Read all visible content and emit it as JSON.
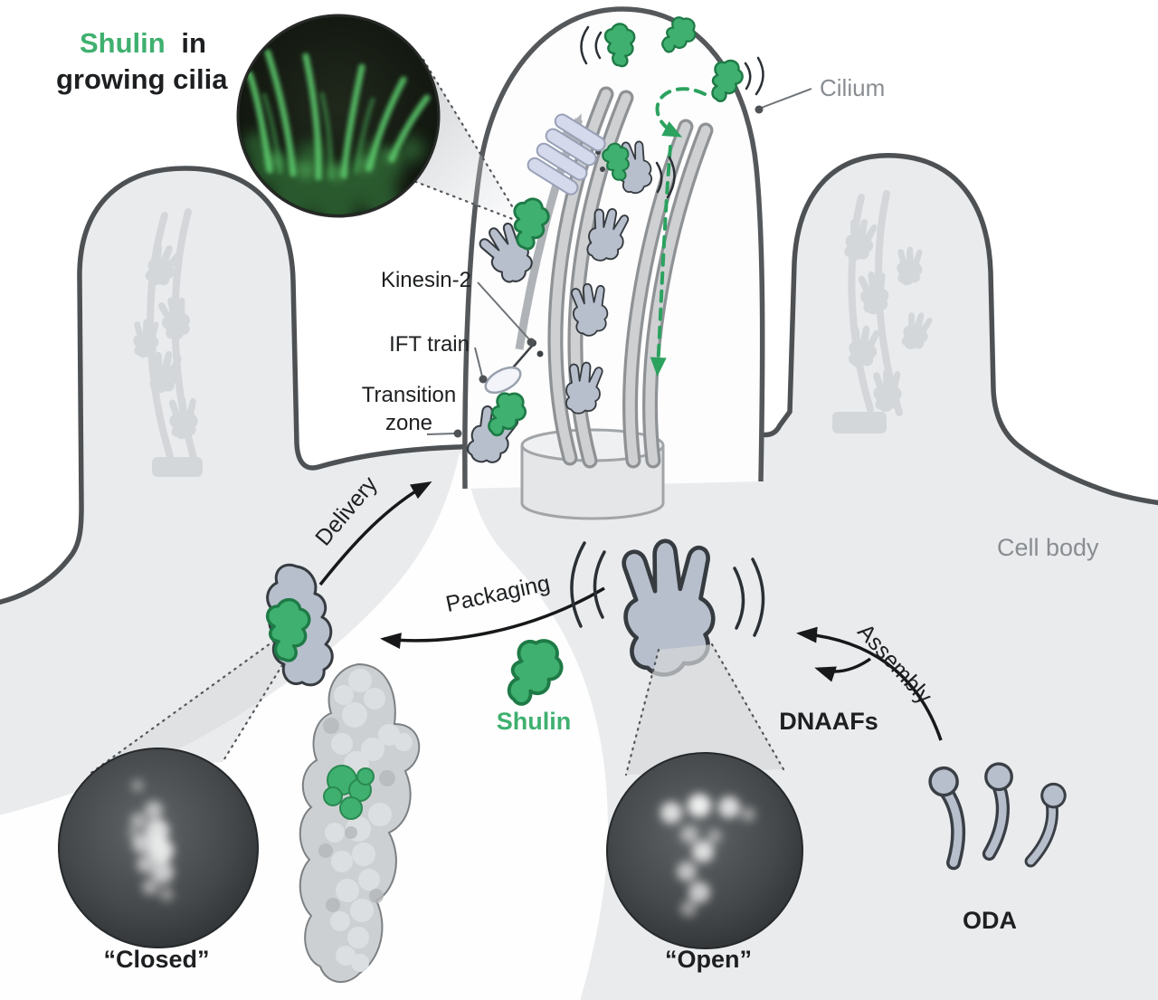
{
  "figure": {
    "inset_title": {
      "highlight": "Shulin",
      "rest": "in",
      "line2": "growing cilia"
    },
    "labels": {
      "cilium": "Cilium",
      "kinesin2": "Kinesin-2",
      "ift_train": "IFT train",
      "transition1": "Transition",
      "transition2": "zone",
      "cell_body": "Cell body"
    },
    "processes": {
      "delivery": "Delivery",
      "packaging": "Packaging",
      "assembly": "Assembly"
    },
    "molecules": {
      "shulin": "Shulin",
      "dnaafs": "DNAAFs",
      "oda": "ODA"
    },
    "states": {
      "closed": "“Closed”",
      "open": "“Open”"
    },
    "colors": {
      "shulin_green": "#3fb06f",
      "green_dark": "#1e7a46",
      "dashed_green": "#2ca25f",
      "oda_gray": "#b7bfcc",
      "outline_dark": "#363b40",
      "cell_fill": "#e9ebed",
      "cell_outline": "#4e5154",
      "muted_label": "#898d91",
      "text_dark": "#1d1f21"
    }
  }
}
